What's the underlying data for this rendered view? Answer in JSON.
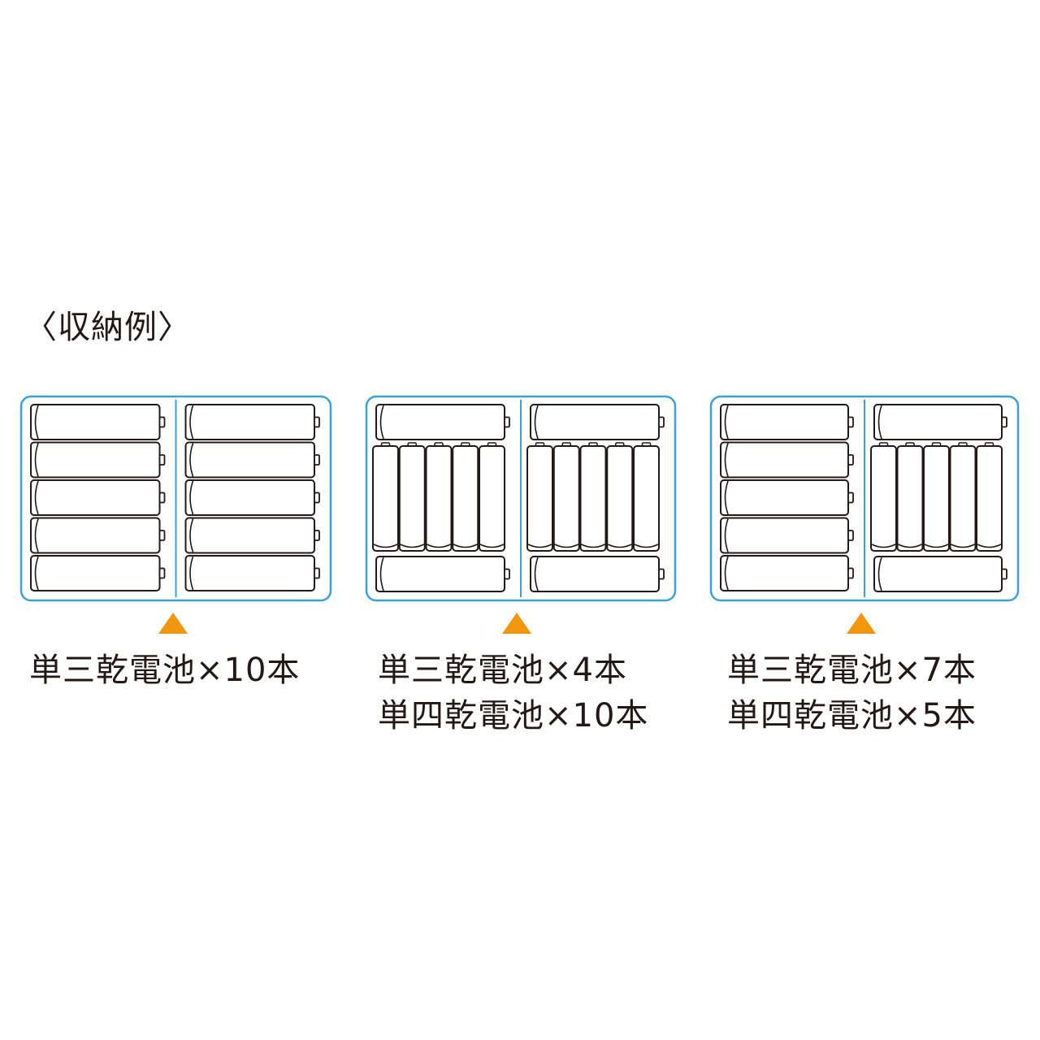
{
  "heading": "〈収納例〉",
  "colors": {
    "frame": "#3aa0d8",
    "pointer": "#f0960f",
    "battery_line": "#231815"
  },
  "examples": [
    {
      "lines": [
        "単三乾電池×10本"
      ],
      "left": {
        "top": "aa-horizontal",
        "aa_stack": 5,
        "aaa_columns": 0,
        "bottom": "none"
      },
      "right": {
        "top": "aa-horizontal",
        "aa_stack": 5,
        "aaa_columns": 0,
        "bottom": "none"
      }
    },
    {
      "lines": [
        "単三乾電池×4本",
        "単四乾電池×10本"
      ],
      "left": {
        "top": "aa-horizontal",
        "aa_stack": 0,
        "aaa_columns": 5,
        "bottom": "aa-horizontal"
      },
      "right": {
        "top": "aa-horizontal",
        "aa_stack": 0,
        "aaa_columns": 5,
        "bottom": "aa-horizontal"
      }
    },
    {
      "lines": [
        "単三乾電池×7本",
        "単四乾電池×5本"
      ],
      "left": {
        "top": "aa-horizontal",
        "aa_stack": 5,
        "aaa_columns": 0,
        "bottom": "none"
      },
      "right": {
        "top": "aa-horizontal",
        "aa_stack": 0,
        "aaa_columns": 5,
        "bottom": "aa-horizontal"
      }
    }
  ]
}
